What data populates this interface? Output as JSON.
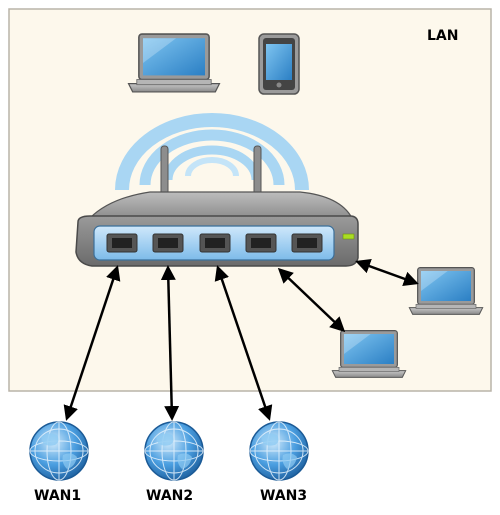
{
  "lan": {
    "label": "LAN",
    "background": "#fdf8ec",
    "border": "#b9b4a8"
  },
  "wan": [
    {
      "id": "wan1",
      "label": "WAN1",
      "icon": "globe-icon"
    },
    {
      "id": "wan2",
      "label": "WAN2",
      "icon": "globe-icon"
    },
    {
      "id": "wan3",
      "label": "WAN3",
      "icon": "globe-icon"
    }
  ],
  "router": {
    "icon": "router-icon",
    "ports": 5,
    "status_led": "#aadd22"
  },
  "devices": [
    {
      "id": "laptop-top",
      "icon": "laptop-icon"
    },
    {
      "id": "phone-top",
      "icon": "smartphone-icon"
    },
    {
      "id": "laptop-right",
      "icon": "laptop-icon"
    },
    {
      "id": "laptop-bottom-right",
      "icon": "laptop-icon"
    }
  ],
  "colors": {
    "wifi": "#a9d6f3",
    "arrow": "#000000",
    "globe": "#3a8fd6"
  }
}
